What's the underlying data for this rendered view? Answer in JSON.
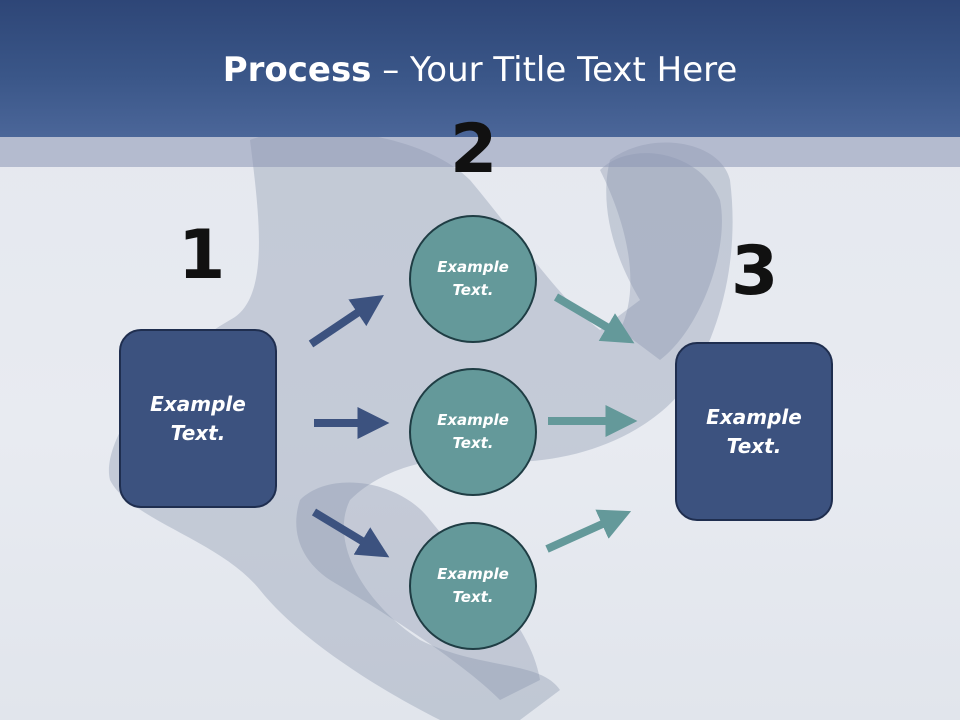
{
  "header": {
    "title_bold": "Process",
    "title_rest": " – Your Title Text Here"
  },
  "steps": {
    "one": "1",
    "two": "2",
    "three": "3"
  },
  "left_box": {
    "label": "Example Text."
  },
  "circles": [
    {
      "label": "Example Text."
    },
    {
      "label": "Example Text."
    },
    {
      "label": "Example Text."
    }
  ],
  "right_box": {
    "label": "Example Text."
  },
  "colors": {
    "header": "#3a5688",
    "box": "#3c527f",
    "circle": "#64999a",
    "arrow_blue": "#3c527f",
    "arrow_teal": "#64999a"
  }
}
